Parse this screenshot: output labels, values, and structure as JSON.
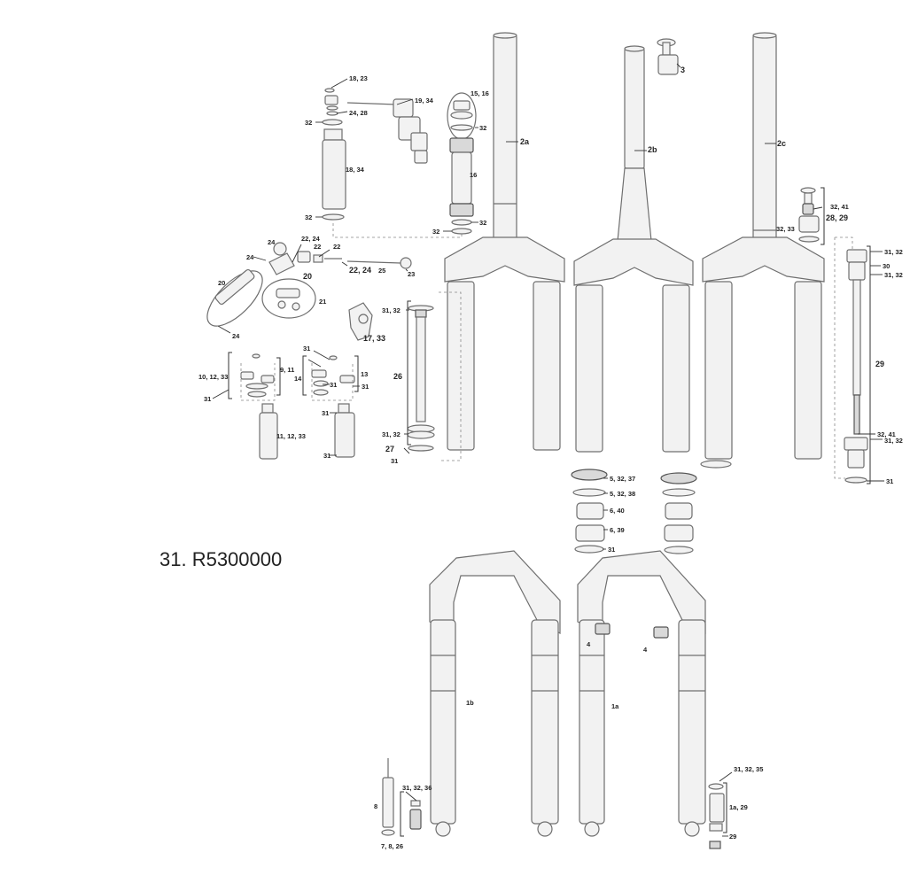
{
  "caption": "31. R5300000",
  "callouts": {
    "c_18_23": "18, 23",
    "c_19_34": "19, 34",
    "c_24_28": "24, 28",
    "c_32_a": "32",
    "c_18_34": "18, 34",
    "c_32_b": "32",
    "c_15_16": "15, 16",
    "c_32_c": "32",
    "c_16": "16",
    "c_32_d": "32",
    "c_32_e": "32",
    "c_2a": "2a",
    "c_2b": "2b",
    "c_2c": "2c",
    "c_3": "3",
    "c_32_41_top": "32, 41",
    "c_32_33": "32, 33",
    "c_28_29": "28, 29",
    "c_31_32_r1": "31, 32",
    "c_30": "30",
    "c_31_32_r2": "31, 32",
    "c_29_r": "29",
    "c_32_41_bot": "32, 41",
    "c_31_32_r3": "31, 32",
    "c_31_r": "31",
    "c_24_a": "24",
    "c_22_24_a": "22, 24",
    "c_22_a": "22",
    "c_24_b": "24",
    "c_22_b": "22",
    "c_22_24_b": "22, 24",
    "c_25": "25",
    "c_23": "23",
    "c_20_a": "20",
    "c_20_b": "20",
    "c_21": "21",
    "c_24_c": "24",
    "c_17_33": "17, 33",
    "c_31_32_m1": "31, 32",
    "c_26": "26",
    "c_31_32_m2": "31, 32",
    "c_27": "27",
    "c_31_m": "31",
    "c_10_12_33": "10, 12, 33",
    "c_9_11": "9, 11",
    "c_31_l1": "31",
    "c_11_12_33": "11, 12, 33",
    "c_31_c1": "31",
    "c_14": "14",
    "c_31_c2": "31",
    "c_13": "13",
    "c_31_c3": "31",
    "c_31_c4": "31",
    "c_31_c5": "31",
    "c_5_32_37": "5, 32, 37",
    "c_5_32_38": "5, 32, 38",
    "c_6_40": "6, 40",
    "c_6_39": "6, 39",
    "c_31_lo": "31",
    "c_4_a": "4",
    "c_4_b": "4",
    "c_1b": "1b",
    "c_1a": "1a",
    "c_31_32_35": "31, 32, 35",
    "c_1a_29": "1a, 29",
    "c_29_lo": "29",
    "c_8": "8",
    "c_31_32_36": "31, 32, 36",
    "c_7_8_26": "7, 8, 26"
  }
}
